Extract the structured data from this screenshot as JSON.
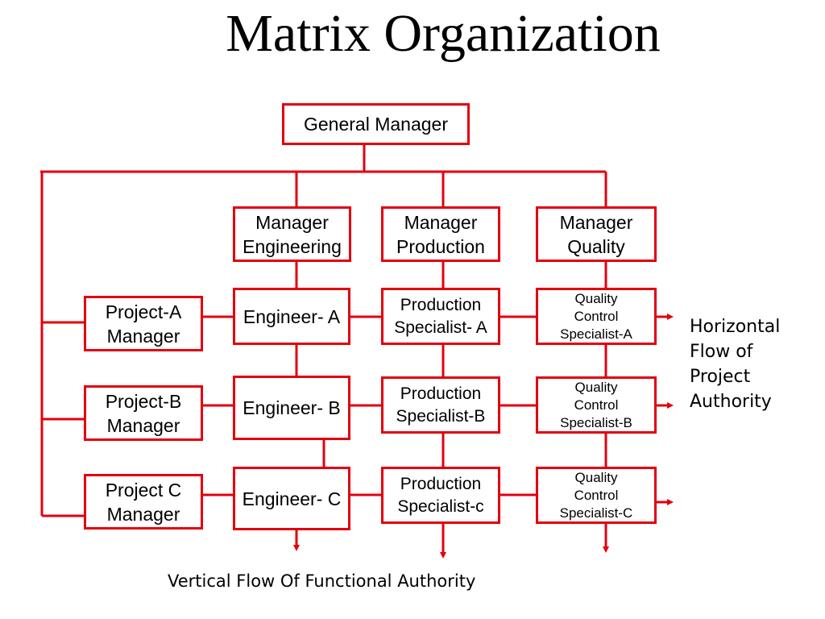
{
  "title": "Matrix Organization",
  "boxes": {
    "general_manager": [
      "General Manager"
    ],
    "manager_engineering": [
      "Manager",
      "Engineering"
    ],
    "manager_production": [
      "Manager",
      "Production"
    ],
    "manager_quality": [
      "Manager",
      "Quality"
    ],
    "project_a_manager": [
      "Project-A",
      "Manager"
    ],
    "project_b_manager": [
      "Project-B",
      "Manager"
    ],
    "project_c_manager": [
      "Project C",
      "Manager"
    ],
    "engineer_a": [
      "Engineer- A"
    ],
    "engineer_b": [
      "Engineer- B"
    ],
    "engineer_c": [
      "Engineer- C"
    ],
    "production_specialist_a": [
      "Production",
      "Specialist- A"
    ],
    "production_specialist_b": [
      "Production",
      "Specialist-B"
    ],
    "production_specialist_c": [
      "Production",
      "Specialist-c"
    ],
    "qc_specialist_a": [
      "Quality",
      "Control",
      "Specialist-A"
    ],
    "qc_specialist_b": [
      "Quality",
      "Control",
      "Specialist-B"
    ],
    "qc_specialist_c": [
      "Quality",
      "Control",
      "Specialist-C"
    ]
  },
  "annotations": {
    "horizontal_flow": [
      "Horizontal",
      "Flow of",
      "Project",
      "Authority"
    ],
    "vertical_flow": "Vertical Flow Of Functional Authority"
  },
  "colors": {
    "line": "#e3000f",
    "text": "#000000",
    "background": "#ffffff"
  }
}
